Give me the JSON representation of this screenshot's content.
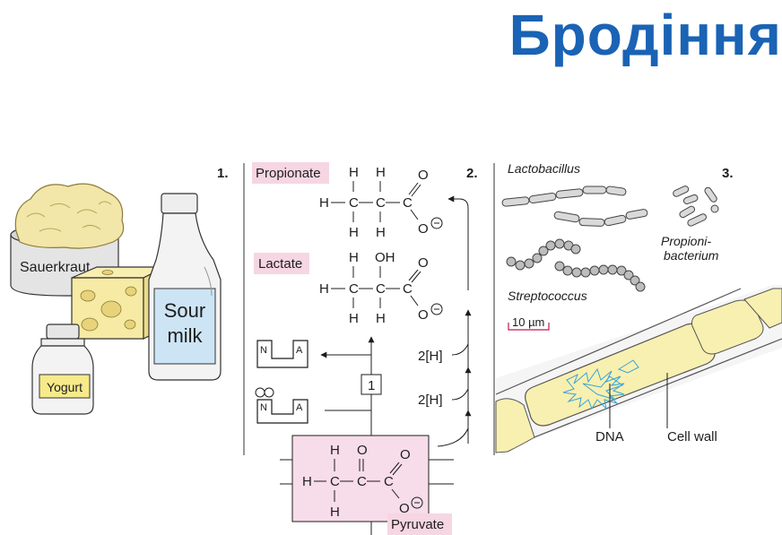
{
  "title": "Бродіння",
  "panel_numbers": {
    "p1": "1.",
    "p2": "2.",
    "p3": "3."
  },
  "foods": {
    "sauerkraut": "Sauerkraut",
    "sour_milk_1": "Sour",
    "sour_milk_2": "milk",
    "yogurt": "Yogurt"
  },
  "chemistry": {
    "propionate": "Propionate",
    "lactate": "Lactate",
    "pyruvate": "Pyruvate",
    "h2_label": "2[H]",
    "enzyme_box": "1",
    "atoms": {
      "H": "H",
      "C": "C",
      "O": "O",
      "OH": "OH",
      "N": "N",
      "A": "A",
      "minus": "−"
    },
    "bonds": {
      "single_h": "—",
      "single_v": "|"
    }
  },
  "bacteria": {
    "lactobacillus": "Lactobacillus",
    "streptococcus": "Streptococcus",
    "propioni_1": "Propioni-",
    "propioni_2": "bacterium",
    "scale": "10 µm",
    "dna": "DNA",
    "cell_wall": "Cell wall"
  },
  "colors": {
    "title": "#1a63b5",
    "highlight": "#f6d6e2",
    "pyruvate_box": "#f7dcea",
    "cell_fill": "#f8f0b0",
    "dna": "#3aa3d6",
    "milk_label": "#cde4f5",
    "yogurt_label": "#f6ea8a"
  }
}
